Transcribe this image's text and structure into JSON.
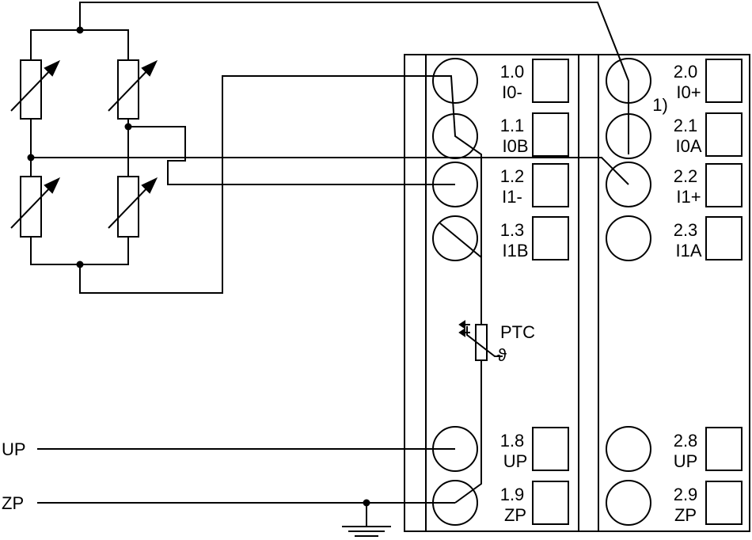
{
  "terminals": {
    "t10": {
      "num": "1.0",
      "sig": "I0-"
    },
    "t11": {
      "num": "1.1",
      "sig": "I0B"
    },
    "t12": {
      "num": "1.2",
      "sig": "I1-"
    },
    "t13": {
      "num": "1.3",
      "sig": "I1B"
    },
    "t18": {
      "num": "1.8",
      "sig": "UP"
    },
    "t19": {
      "num": "1.9",
      "sig": "ZP"
    },
    "t20": {
      "num": "2.0",
      "sig": "I0+"
    },
    "t21": {
      "num": "2.1",
      "sig": "I0A"
    },
    "t22": {
      "num": "2.2",
      "sig": "I1+"
    },
    "t23": {
      "num": "2.3",
      "sig": "I1A"
    },
    "t28": {
      "num": "2.8",
      "sig": "UP"
    },
    "t29": {
      "num": "2.9",
      "sig": "ZP"
    }
  },
  "labels": {
    "up": "UP",
    "zp": "ZP",
    "ptc": "PTC",
    "theta": "ϑ",
    "footnote": "1)"
  }
}
